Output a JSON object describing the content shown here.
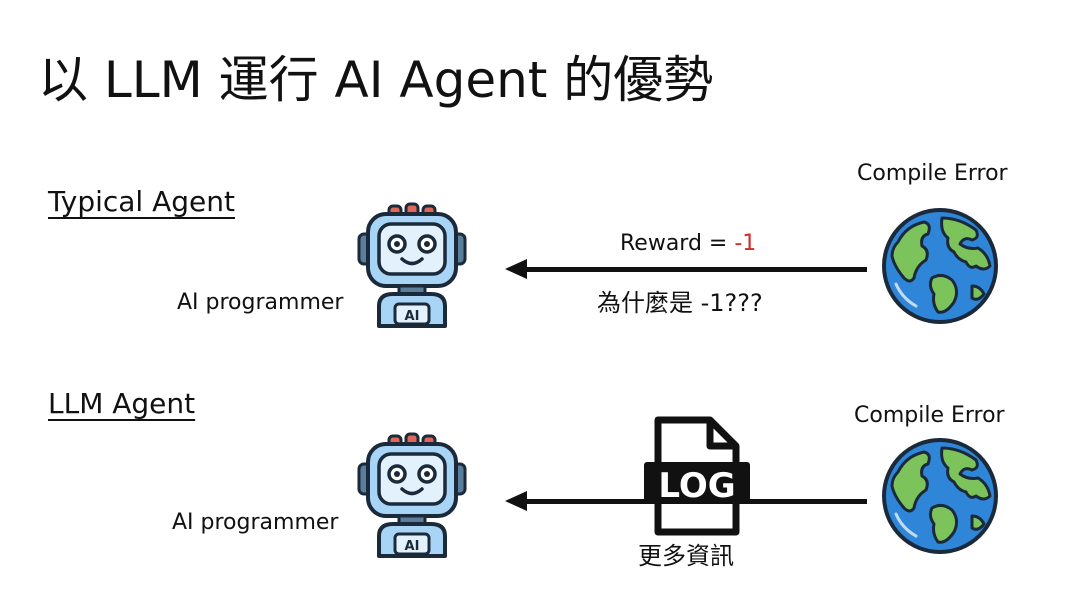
{
  "title": "以 LLM 運行 AI Agent 的優勢",
  "typical": {
    "section_label": "Typical Agent",
    "agent_label": "AI programmer",
    "env_label": "Compile Error",
    "reward_prefix": "Reward = ",
    "reward_value": "-1",
    "question": "為什麼是 -1???"
  },
  "llm": {
    "section_label": "LLM Agent",
    "agent_label": "AI programmer",
    "env_label": "Compile Error",
    "log_text": "LOG",
    "note": "更多資訊"
  },
  "robot": {
    "badge_text": "AI"
  },
  "colors": {
    "reward_negative": "#d42a2a",
    "robot_body": "#a8d4f5",
    "globe_ocean": "#2f86d9",
    "globe_land": "#7dc35b"
  }
}
